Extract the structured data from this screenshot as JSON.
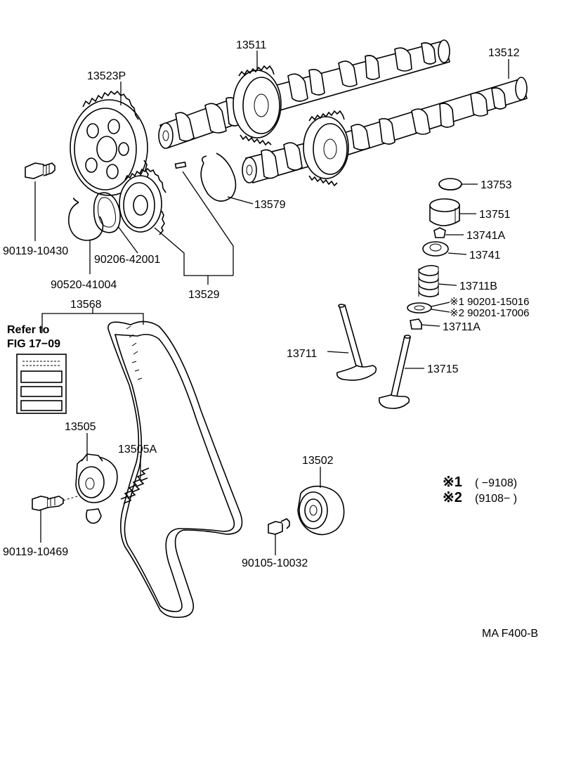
{
  "parts": {
    "p13511": "13511",
    "p13512": "13512",
    "p13523P": "13523P",
    "p13753": "13753",
    "p13751": "13751",
    "p13741A": "13741A",
    "p13741": "13741",
    "p13711B": "13711B",
    "p13711A": "13711A",
    "p13711": "13711",
    "p13715": "13715",
    "p13579": "13579",
    "p13529": "13529",
    "p13568": "13568",
    "p13505": "13505",
    "p13505A": "13505A",
    "p13502": "13502",
    "p90119_10430": "90119-10430",
    "p90206_42001": "90206-42001",
    "p90520_41004": "90520-41004",
    "p90119_10469": "90119-10469",
    "p90105_10032": "90105-10032",
    "p90201_15016": "※1 90201-15016",
    "p90201_17006": "※2 90201-17006"
  },
  "refer": {
    "line1": "Refer to",
    "line2": "FIG 17−09"
  },
  "legend": {
    "mark1": "※1",
    "range1": "(        −9108)",
    "mark2": "※2",
    "range2": "(9108−         )"
  },
  "figure_code": "MA F400-B"
}
